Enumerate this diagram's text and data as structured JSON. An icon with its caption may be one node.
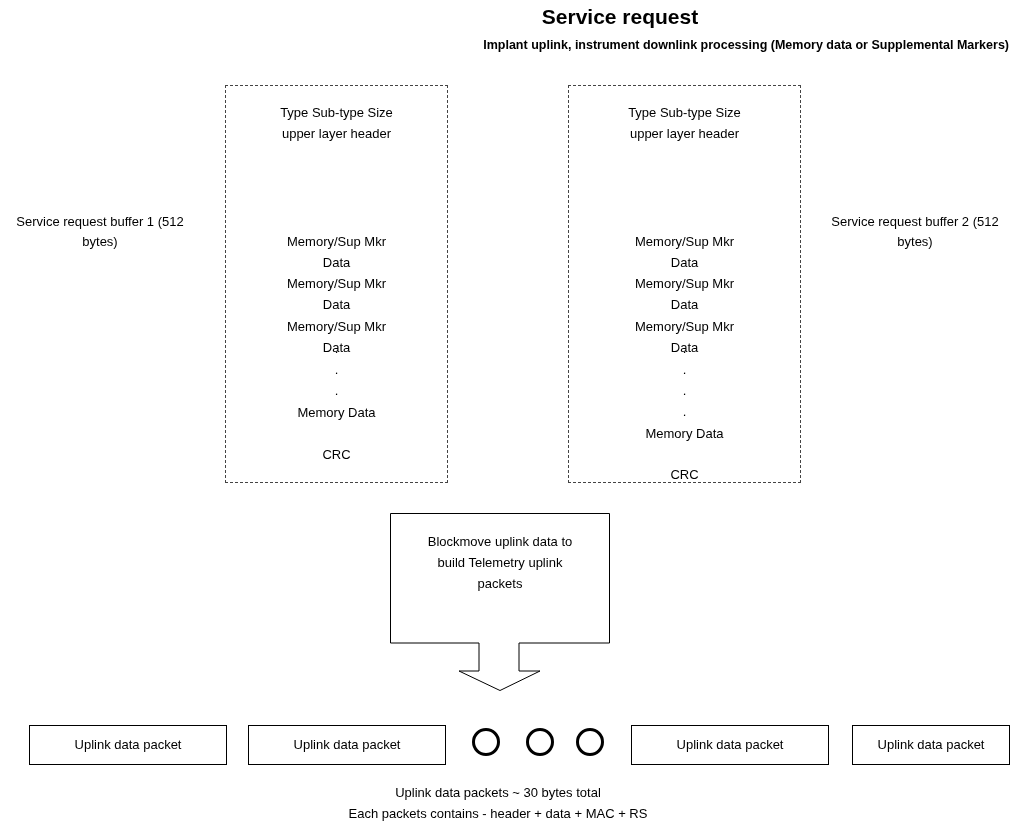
{
  "diagram": {
    "title": "Service request",
    "nodes": [
      {
        "text": [
          "Type Sub-type Size upper layer header",
          "Memory/Sup Mkr Data",
          "Memory/Sup Mkr Data",
          "Memory/Sup Mkr Data",
          ".",
          ".",
          ".",
          "Memory Data",
          "CRC"
        ],
        "beside": [
          "Service request buffer 1 (512 bytes)"
        ]
      },
      {
        "text": [
          "Type Sub-type Size upper layer header",
          "Memory/Sup Mkr Data",
          "Memory/Sup Mkr Data",
          "Memory/Sup Mkr Data",
          ".",
          ".",
          ".",
          ".",
          "Memory Data",
          "CRC"
        ],
        "beside": [
          "Service request buffer 2 (512 bytes)"
        ]
      },
      {
        "text": [
          "Blockmove uplink data to build Telemetry uplink packets"
        ]
      },
      {
        "text": [
          "Uplink data packet"
        ]
      },
      {
        "text": [
          "Uplink data packet"
        ]
      },
      {
        "text": [],
        "shape": "circle"
      },
      {
        "text": [],
        "shape": "circle"
      },
      {
        "text": [],
        "shape": "circle"
      },
      {
        "text": [
          "Uplink data packet"
        ]
      },
      {
        "text": [
          "Uplink data packet"
        ]
      }
    ],
    "edges": [],
    "labels": [
      "Implant uplink, instrument downlink processing (Memory data or Supplemental Markers)",
      "Uplink data packets ~ 30 bytes total",
      "Each packets contains - header + data + MAC + RS"
    ]
  }
}
